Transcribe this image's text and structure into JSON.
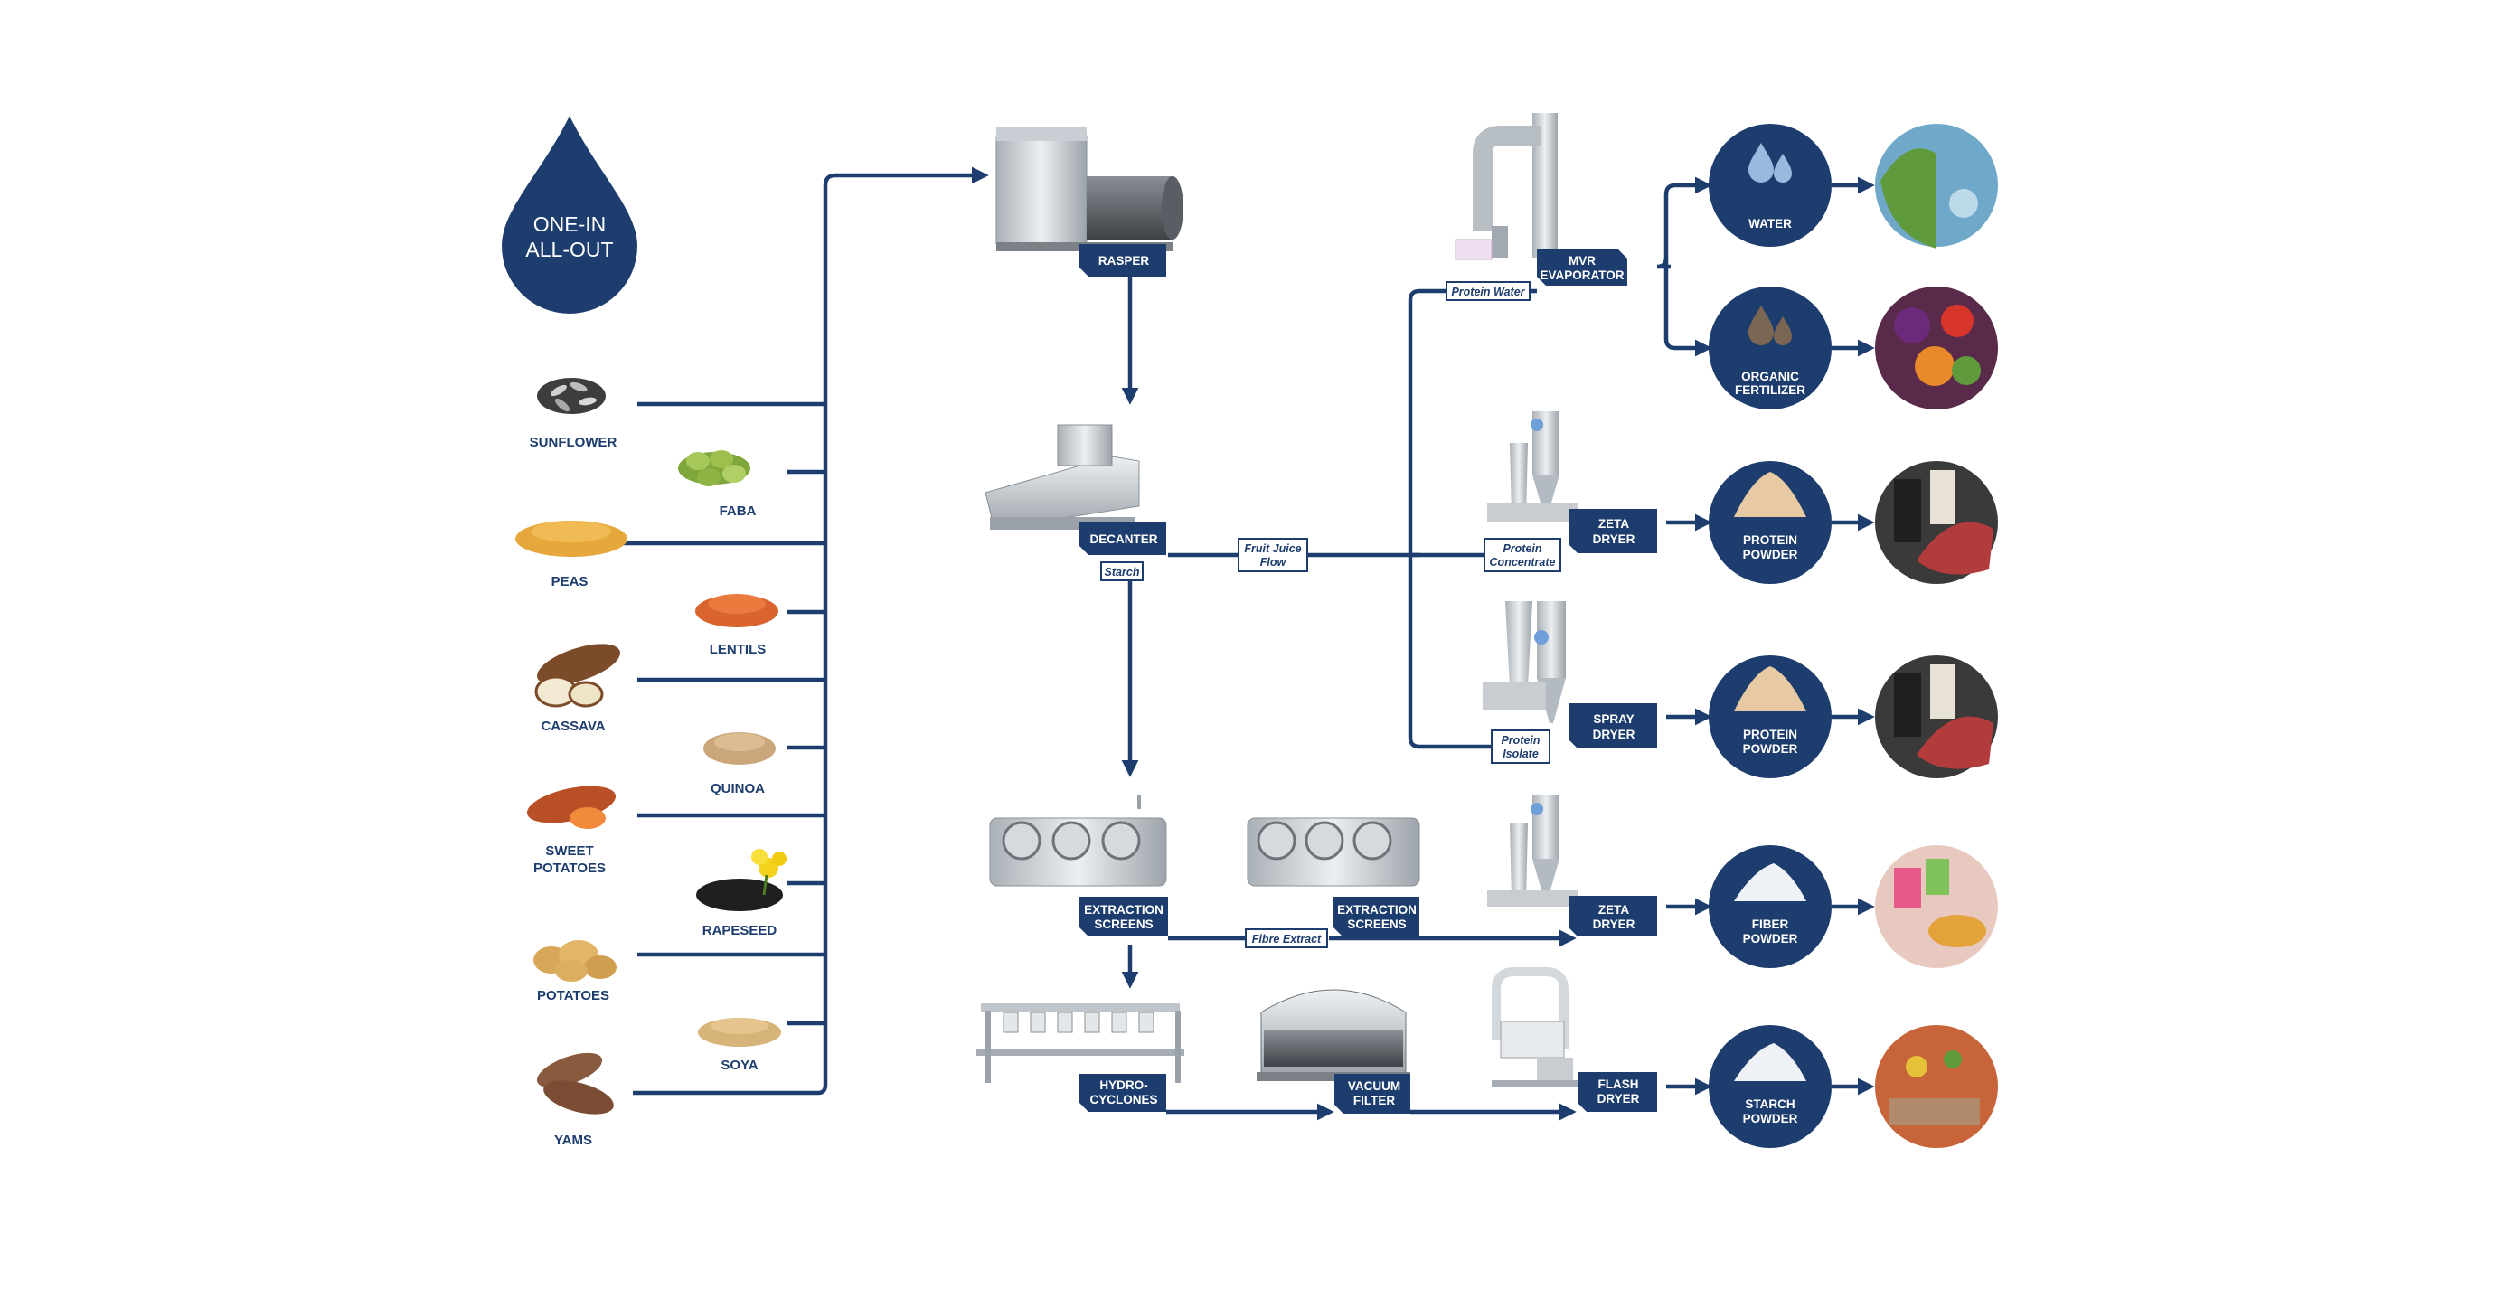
{
  "hero": {
    "line1": "ONE-IN",
    "line2": "ALL-OUT"
  },
  "crops": {
    "sunflower": "SUNFLOWER",
    "faba": "FABA",
    "peas": "PEAS",
    "lentils": "LENTILS",
    "cassava": "CASSAVA",
    "quinoa": "QUINOA",
    "sweet_potatoes_1": "SWEET",
    "sweet_potatoes_2": "POTATOES",
    "rapeseed": "RAPESEED",
    "potatoes": "POTATOES",
    "soya": "SOYA",
    "yams": "YAMS"
  },
  "equipment": {
    "rasper": "RASPER",
    "decanter": "DECANTER",
    "mvr_1": "MVR",
    "mvr_2": "EVAPORATOR",
    "zeta_1": "ZETA",
    "zeta_2": "DRYER",
    "spray_1": "SPRAY",
    "spray_2": "DRYER",
    "ext1_1": "EXTRACTION",
    "ext1_2": "SCREENS",
    "ext2_1": "EXTRACTION",
    "ext2_2": "SCREENS",
    "zeta2_1": "ZETA",
    "zeta2_2": "DRYER",
    "hydro_1": "HYDRO-",
    "hydro_2": "CYCLONES",
    "vac_1": "VACUUM",
    "vac_2": "FILTER",
    "flash_1": "FLASH",
    "flash_2": "DRYER"
  },
  "flows": {
    "starch": "Starch",
    "fruit_juice_1": "Fruit Juice",
    "fruit_juice_2": "Flow",
    "protein_water": "Protein Water",
    "protein_conc_1": "Protein",
    "protein_conc_2": "Concentrate",
    "protein_iso_1": "Protein",
    "protein_iso_2": "Isolate",
    "fibre_extract": "Fibre Extract"
  },
  "products": {
    "water": "WATER",
    "org_1": "ORGANIC",
    "org_2": "FERTILIZER",
    "pp1_1": "PROTEIN",
    "pp1_2": "POWDER",
    "pp2_1": "PROTEIN",
    "pp2_2": "POWDER",
    "fib_1": "FIBER",
    "fib_2": "POWDER",
    "sta_1": "STARCH",
    "sta_2": "POWDER"
  },
  "colors": {
    "navy": "#1d3d6e",
    "accent": "#9bb8de",
    "fertilizer": "#7a6652",
    "powder": "#e7c9a3"
  }
}
